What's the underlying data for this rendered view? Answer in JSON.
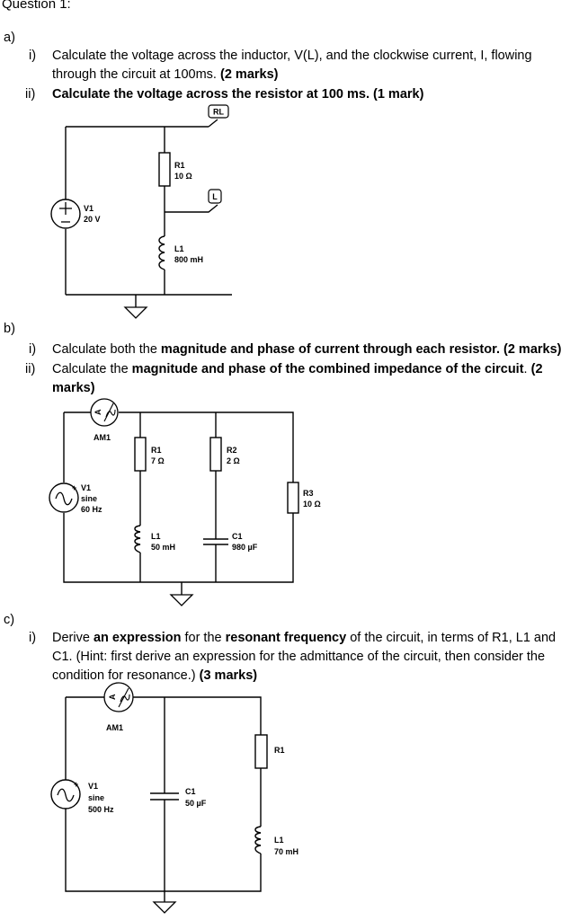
{
  "question_title": "Question 1:",
  "part_a": {
    "label": "a)",
    "items": [
      {
        "num": "i)",
        "pre": "Calculate the voltage across the inductor, V(L), and the clockwise current, I, flowing through the circuit at 100ms. ",
        "bold": "(2 marks)"
      },
      {
        "num": "ii)",
        "bold": "Calculate the voltage across the resistor at 100 ms. (1 mark)"
      }
    ],
    "circuit": {
      "probe_rl": "RL",
      "probe_l": "L",
      "r1_name": "R1",
      "r1_value": "10 Ω",
      "v1_name": "V1",
      "v1_value": "20 V",
      "l1_name": "L1",
      "l1_value": "800 mH"
    }
  },
  "part_b": {
    "label": "b)",
    "items": [
      {
        "num": "i)",
        "pre": "Calculate both the ",
        "bold": "magnitude and phase of current through each resistor. (2 marks)"
      },
      {
        "num": "ii)",
        "pre": "Calculate the ",
        "bold": "magnitude and phase of the combined impedance of the circuit",
        "mid": ". ",
        "bold2": "(2 marks)"
      }
    ],
    "circuit": {
      "ammeter": "AM1",
      "v1_name": "V1",
      "v1_type": "sine",
      "v1_freq": "60 Hz",
      "r1_name": "R1",
      "r1_value": "7 Ω",
      "r2_name": "R2",
      "r2_value": "2 Ω",
      "r3_name": "R3",
      "r3_value": "10 Ω",
      "l1_name": "L1",
      "l1_value": "50 mH",
      "c1_name": "C1",
      "c1_value": "980 µF"
    }
  },
  "part_c": {
    "label": "c)",
    "items": [
      {
        "num": "i)",
        "pre": "Derive ",
        "bold": "an expression",
        "mid": " for the ",
        "bold2": "resonant frequency",
        "post": " of the circuit, in terms of R1, L1 and C1. (Hint: first derive an expression for the admittance of the circuit, then consider the condition for resonance.) ",
        "bold3": "(3 marks)"
      }
    ],
    "circuit": {
      "ammeter": "AM1",
      "v1_name": "V1",
      "v1_type": "sine",
      "v1_freq": "500 Hz",
      "c1_name": "C1",
      "c1_value": "50 µF",
      "r1_name": "R1",
      "l1_name": "L1",
      "l1_value": "70 mH"
    }
  }
}
